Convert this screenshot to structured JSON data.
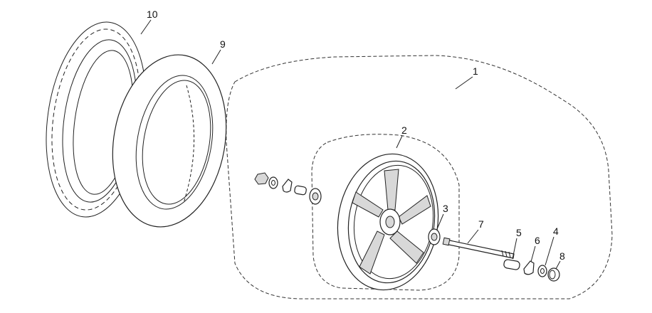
{
  "diagram": {
    "type": "exploded-parts-view",
    "callouts": [
      {
        "id": "tire",
        "label": "10"
      },
      {
        "id": "inner-tube",
        "label": "9"
      },
      {
        "id": "wheel-assembly",
        "label": "1"
      },
      {
        "id": "rim",
        "label": "2"
      },
      {
        "id": "bearing",
        "label": "3"
      },
      {
        "id": "axle",
        "label": "7"
      },
      {
        "id": "spacer",
        "label": "5"
      },
      {
        "id": "bracket",
        "label": "6"
      },
      {
        "id": "washer",
        "label": "4"
      },
      {
        "id": "nut-cap",
        "label": "8"
      }
    ]
  }
}
